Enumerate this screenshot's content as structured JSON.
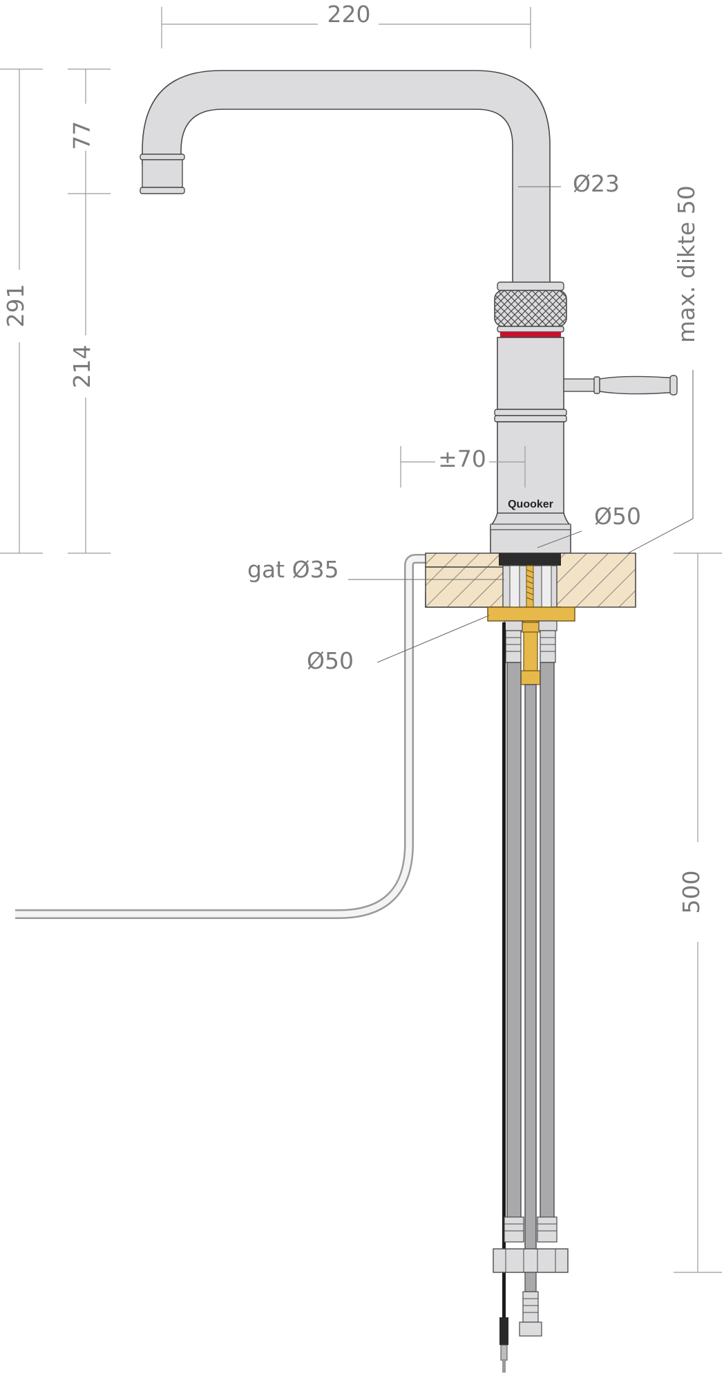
{
  "dimensions": {
    "width_top": "220",
    "spout_height": "77",
    "total_height": "291",
    "body_height": "214",
    "pipe_diameter": "Ø23",
    "max_thickness": "max. dikte 50",
    "offset": "±70",
    "base_diameter": "Ø50",
    "hole": "gat Ø35",
    "bracket_diameter": "Ø50",
    "hose_length": "500"
  },
  "brand": {
    "logo_text": "Quooker"
  },
  "colors": {
    "chrome": "#dcdcde",
    "outline": "#4a4a4a",
    "wood": "#f2e3c7",
    "brass": "#e7b84a",
    "red_ring": "#c8102e",
    "hose": "#a9a9ab",
    "dimension": "#9a9a9a"
  }
}
